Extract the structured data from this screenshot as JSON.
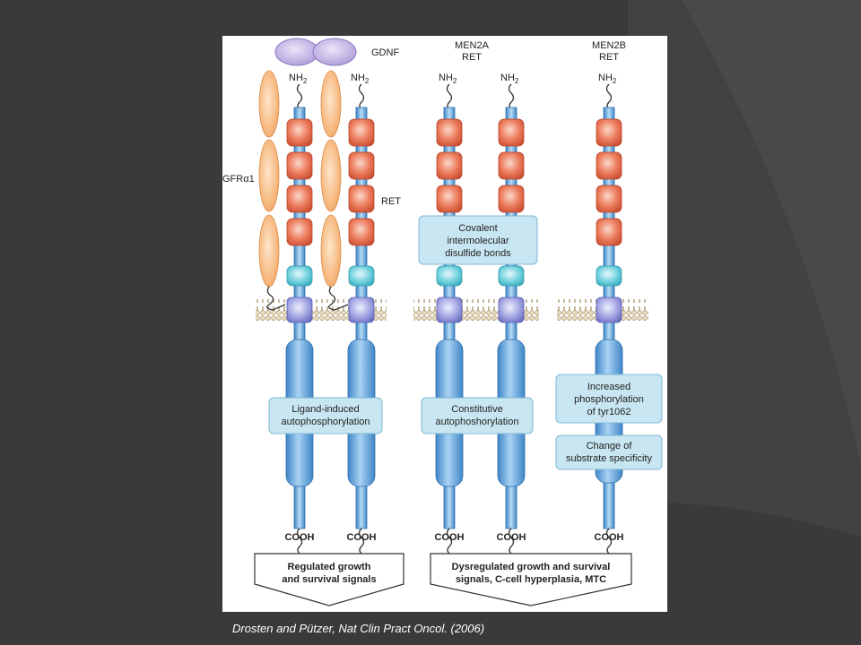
{
  "slide": {
    "citation": "Drosten and Pützer, Nat Clin Pract Oncol. (2006)"
  },
  "figure": {
    "ligand_label": "GDNF",
    "coreceptor_label": "GFRα1",
    "receptor_label": "RET",
    "n_terminus": "NH",
    "n_terminus_sub": "2",
    "c_terminus": "COOH",
    "men2a_header": [
      "MEN2A",
      "RET"
    ],
    "men2b_header": [
      "MEN2B",
      "RET"
    ],
    "callouts": {
      "covalent": [
        "Covalent",
        "intermolecular",
        "disulfide bonds"
      ],
      "ligand_induced": [
        "Ligand-induced",
        "autophosphorylation"
      ],
      "constitutive": [
        "Constitutive",
        "autophoshorylation"
      ],
      "increased": [
        "Increased",
        "phosphorylation",
        "of tyr1062"
      ],
      "substrate": [
        "Change of",
        "substrate specificity"
      ]
    },
    "outcomes": {
      "regulated": [
        "Regulated growth",
        "and survival signals"
      ],
      "dysregulated": [
        "Dysregulated growth and survival",
        "signals, C-cell hyperplasia, MTC"
      ]
    },
    "colors": {
      "cadherin": "#e8674a",
      "cysteine": "#5ec8d8",
      "transmembrane": "#8f92d6",
      "kinase": "#5a9fd8",
      "gfra": "#f5b57a",
      "gdnf": "#b5a2dc",
      "callout": "#c8e6f2"
    }
  }
}
